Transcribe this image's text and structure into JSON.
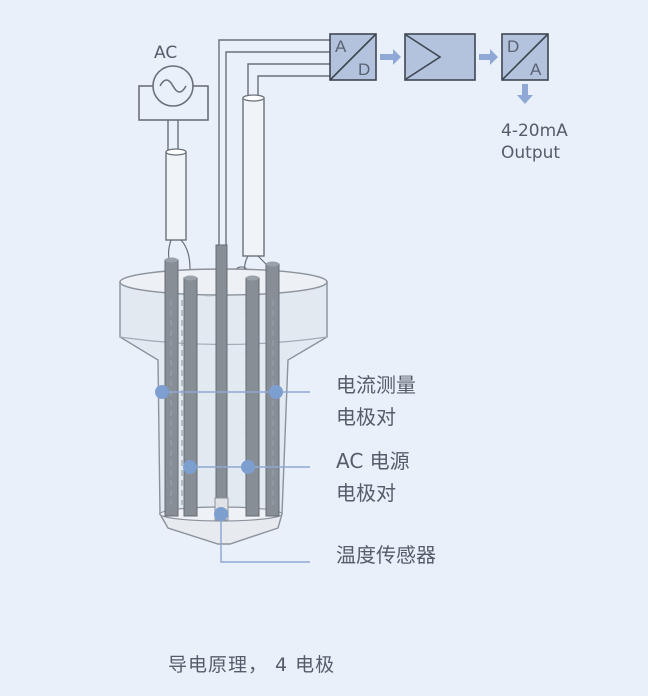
{
  "ac_source": {
    "label": "AC"
  },
  "blocks": {
    "adc_top": "A",
    "adc_bottom": "D",
    "dac_top": "D",
    "dac_bottom": "A"
  },
  "output": {
    "line1": "4-20mA",
    "line2": "Output"
  },
  "callouts": [
    {
      "line1": "电流测量",
      "line2": "电极对"
    },
    {
      "line1": "AC 电源",
      "line2": "电极对"
    },
    {
      "line1": "温度传感器",
      "line2": ""
    }
  ],
  "caption": "导电原理， 4 电极",
  "colors": {
    "background": "#eaf0fa",
    "block_fill": "#b3c3de",
    "arrow": "#8fa8d6",
    "marker_dot": "#7d9fd0",
    "wire": "#5f6670"
  }
}
